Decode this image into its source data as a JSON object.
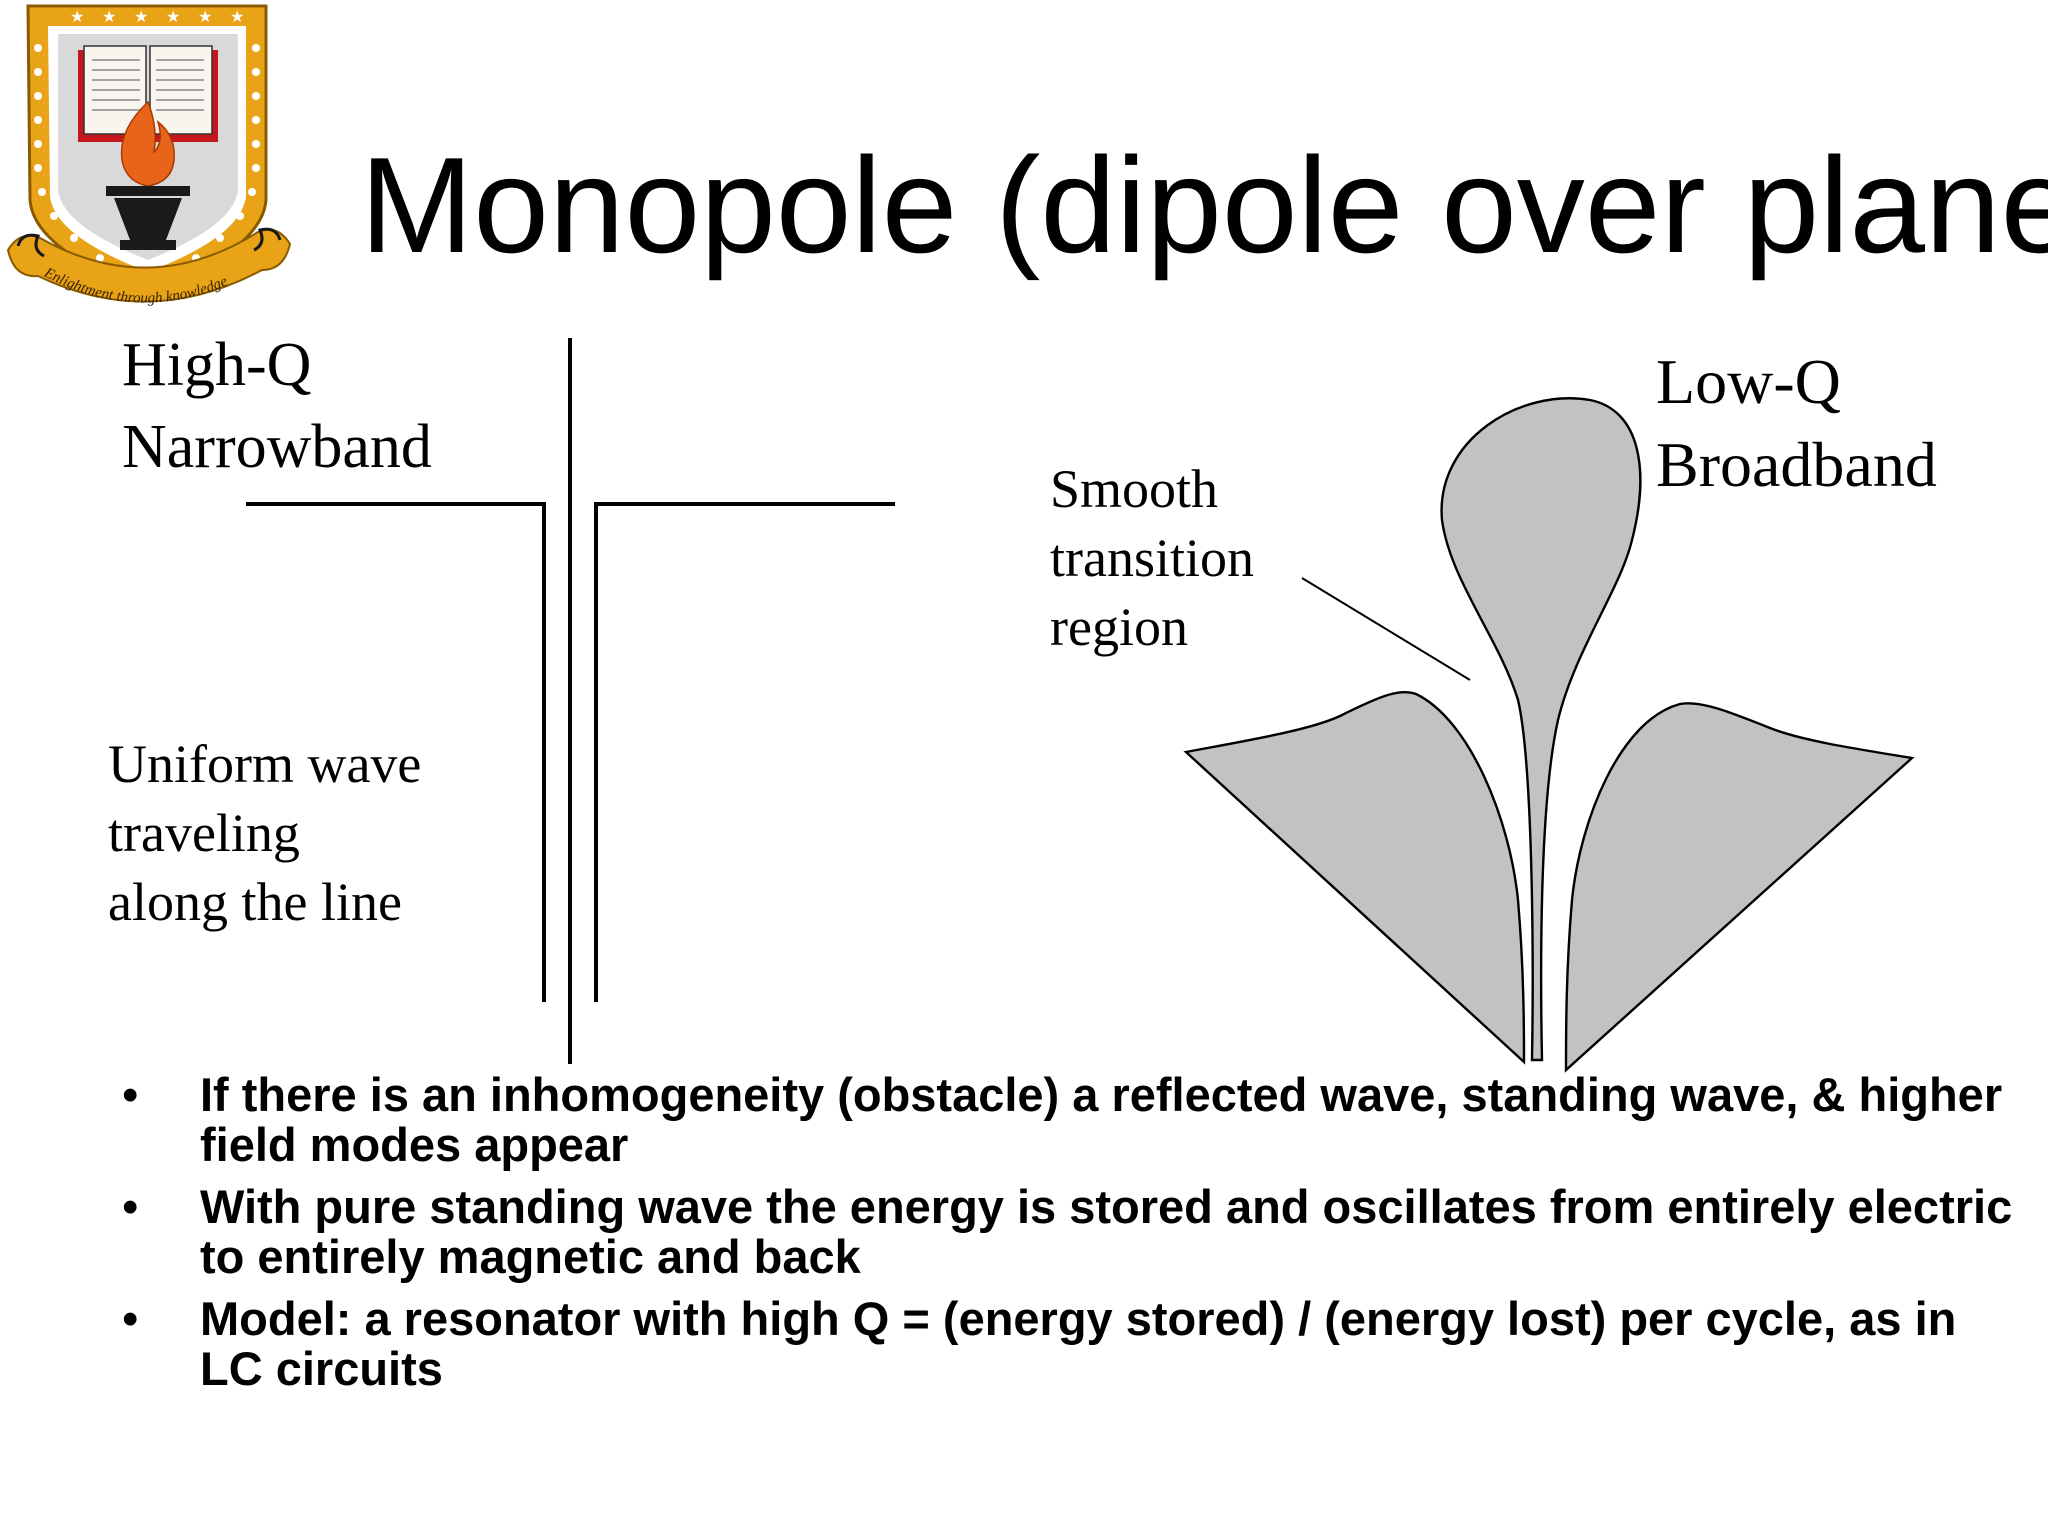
{
  "slide": {
    "title": "Monopole (dipole over plane)",
    "logo": {
      "motto": "Enlightment through knowledge",
      "colors": {
        "gold": "#e8a317",
        "red": "#c4161c",
        "dark": "#1a1a1a",
        "cream": "#f3f0e6"
      }
    },
    "left_diagram": {
      "label_lines": [
        "High-Q",
        "Narrowband"
      ],
      "annotation_lines": [
        "Uniform wave",
        "traveling",
        "along the line"
      ]
    },
    "right_diagram": {
      "label_lines": [
        "Low-Q",
        "Broadband"
      ],
      "annotation_lines": [
        "Smooth",
        "transition",
        "region"
      ],
      "fill_color": "#c2c1c4"
    },
    "bullets": [
      {
        "marker": "•",
        "text": "If there is an inhomogeneity (obstacle) a reflected wave, standing wave, & higher field modes appear"
      },
      {
        "marker": "•",
        "text": "With pure standing wave the energy is stored and oscillates from entirely electric to entirely magnetic and back"
      },
      {
        "marker": "•",
        "text": "Model: a resonator with high Q = (energy stored) / (energy lost) per cycle, as in LC circuits"
      }
    ]
  }
}
